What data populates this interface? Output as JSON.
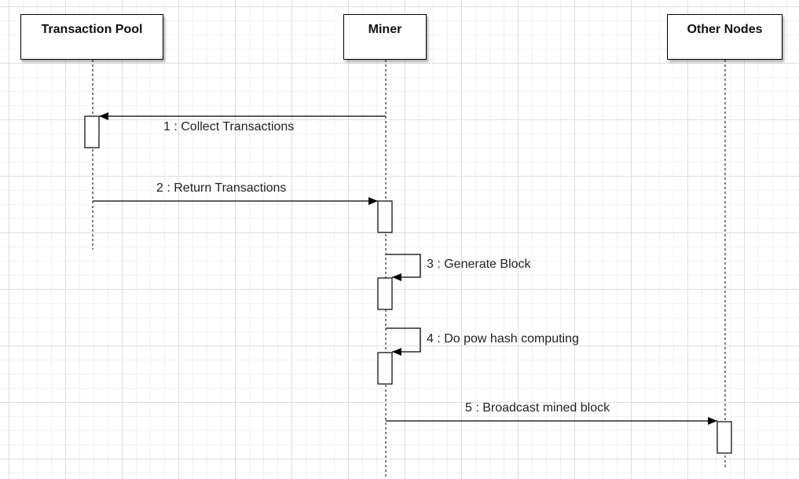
{
  "participants": [
    {
      "id": "pool",
      "label": "Transaction Pool"
    },
    {
      "id": "miner",
      "label": "Miner"
    },
    {
      "id": "other",
      "label": "Other Nodes"
    }
  ],
  "messages": [
    {
      "label": "1 : Collect Transactions",
      "from": "miner",
      "to": "pool"
    },
    {
      "label": "2 : Return Transactions",
      "from": "pool",
      "to": "miner"
    },
    {
      "label": "3 : Generate Block",
      "from": "miner",
      "to": "miner"
    },
    {
      "label": "4 : Do pow hash computing",
      "from": "miner",
      "to": "miner"
    },
    {
      "label": "5 : Broadcast mined block",
      "from": "miner",
      "to": "other"
    }
  ]
}
